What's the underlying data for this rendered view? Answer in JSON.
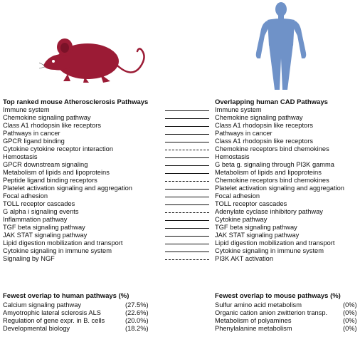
{
  "colors": {
    "mouse": "#9b1b35",
    "human": "#6f92c8"
  },
  "icons": {
    "left": "mouse-icon",
    "right": "human-figure-icon"
  },
  "mouse_header": "Top ranked mouse Atherosclerosis Pathways",
  "human_header": "Overlapping human CAD Pathways",
  "pairs": [
    {
      "mouse": "Immune system",
      "human": "Immune system",
      "link": "solid"
    },
    {
      "mouse": "Chemokine signaling pathway",
      "human": "Chemokine signaling pathway",
      "link": "solid"
    },
    {
      "mouse": "Class A1 rhodopsin like receptors",
      "human": "Class A1 rhodopsin like receptors",
      "link": "solid"
    },
    {
      "mouse": "Pathways in cancer",
      "human": "Pathways in cancer",
      "link": "solid"
    },
    {
      "mouse": "GPCR ligand binding",
      "human": "Class A1 rhodopsin like receptors",
      "link": "solid"
    },
    {
      "mouse": "Cytokine cytokine receptor interaction",
      "human": "Chemokine receptors bind chemokines",
      "link": "dashed"
    },
    {
      "mouse": "Hemostasis",
      "human": "Hemostasis",
      "link": "solid"
    },
    {
      "mouse": "GPCR downstream signaling",
      "human": "G beta g. signaling through PI3K gamma",
      "link": "solid"
    },
    {
      "mouse": "Metabolism of lipids and lipoproteins",
      "human": "Metabolism of lipids and lipoproteins",
      "link": "solid"
    },
    {
      "mouse": "Peptide ligand binding receptors",
      "human": "Chemokine receptors bind chemokines",
      "link": "dashed"
    },
    {
      "mouse": "Platelet activation signaling and aggregation",
      "human": "Platelet activation signaling and aggregation",
      "link": "solid"
    },
    {
      "mouse": "Focal adhesion",
      "human": "Focal adhesion",
      "link": "solid"
    },
    {
      "mouse": "TOLL receptor cascades",
      "human": "TOLL receptor cascades",
      "link": "solid"
    },
    {
      "mouse": "G alpha i signaling events",
      "human": "Adenylate cyclase inhibitory pathway",
      "link": "dashed"
    },
    {
      "mouse": "Inflammation pathway",
      "human": "Cytokine pathway",
      "link": "solid"
    },
    {
      "mouse": "TGF beta signaling pathway",
      "human": "TGF beta signaling pathway",
      "link": "solid"
    },
    {
      "mouse": "JAK STAT signaling pathway",
      "human": "JAK STAT signaling pathway",
      "link": "solid"
    },
    {
      "mouse": "Lipid digestion mobilization and transport",
      "human": "Lipid digestion mobilization and transport",
      "link": "solid"
    },
    {
      "mouse": "Cytokine signaling in immune system",
      "human": "Cytokine signaling in immune system",
      "link": "solid"
    },
    {
      "mouse": "Signaling by NGF",
      "human": "PI3K AKT activation",
      "link": "dashed"
    }
  ],
  "fewest_mouse_header": "Fewest overlap to human pathways (%)",
  "fewest_mouse": [
    {
      "name": "Calcium signaling pathway",
      "pct": "(27.5%)"
    },
    {
      "name": "Amyotrophic lateral sclerosis ALS",
      "pct": "(22.6%)"
    },
    {
      "name": "Regulation of gene expr. in B. cells",
      "pct": "(20.0%)"
    },
    {
      "name": "Developmental biology",
      "pct": "(18.2%)"
    }
  ],
  "fewest_human_header": "Fewest overlap to mouse pathways (%)",
  "fewest_human": [
    {
      "name": "Sulfur amino acid metabolism",
      "pct": "(0%)"
    },
    {
      "name": "Organic cation anion zwitterion transp.",
      "pct": "(0%)"
    },
    {
      "name": "Metabolism of polyamines",
      "pct": "(0%)"
    },
    {
      "name": "Phenylalanine metabolism",
      "pct": "(0%)"
    }
  ]
}
